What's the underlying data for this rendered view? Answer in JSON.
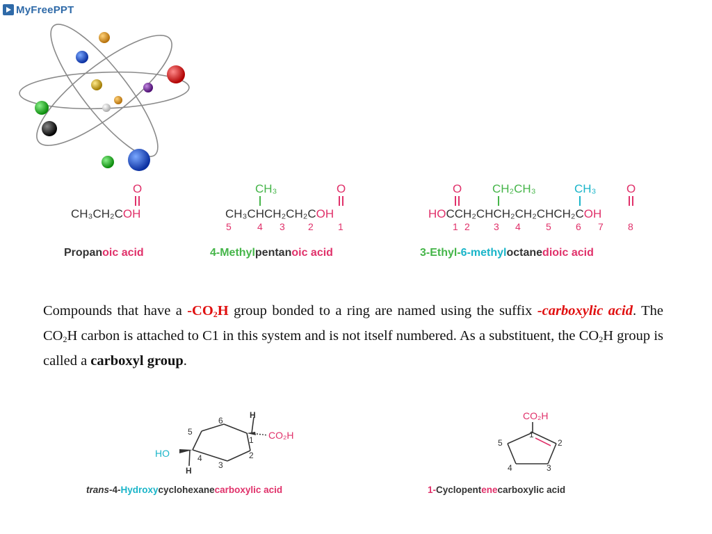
{
  "logo": {
    "text": "MyFreePPT"
  },
  "structures": {
    "propanoic": {
      "oxygen": "O",
      "formula_main": "CH₃CH₂C",
      "formula_tail": "OH",
      "name_a": "Propan",
      "name_b": "oic acid"
    },
    "methylpentanoic": {
      "sub": "CH₃",
      "oxygen": "O",
      "formula_main": "CH₃CHCH₂CH₂C",
      "formula_tail": "OH",
      "numbers": [
        "5",
        "4",
        "3",
        "2",
        "1"
      ],
      "name_a": "4-Methyl",
      "name_b": "pentan",
      "name_c": "oic acid"
    },
    "ethylmethyloctanedioic": {
      "oxygen_left": "O",
      "sub1": "CH₂CH₃",
      "sub2": "CH₃",
      "oxygen_right": "O",
      "formula_head": "HO",
      "formula_main": "CCH₂CHCH₂CH₂CHCH₂C",
      "formula_tail": "OH",
      "numbers": [
        "1",
        "2",
        "3",
        "4",
        "5",
        "6",
        "7",
        "8"
      ],
      "name_a": "3-Ethyl-",
      "name_b": "6-methyl",
      "name_c": "octane",
      "name_d": "dioic acid"
    }
  },
  "paragraph": {
    "p1": "Compounds that have a",
    "bold_red": "-CO",
    "bold_red_sub": "2",
    "bold_red_h": "H",
    "p2": "group bonded to a ring are named using the suffix",
    "italic_red": "-carboxylic acid",
    "p3": ". The CO",
    "p3_sub": "2",
    "p4": "H carbon is attached to C1 in this system and is not itself numbered. As a substituent, the CO",
    "p4_sub": "2",
    "p5": "H group is called a",
    "bold": "carboxyl group",
    "p6": "."
  },
  "cyclohexane": {
    "h_top": "H",
    "co2h": "CO₂H",
    "ho": "HO",
    "h_bottom": "H",
    "numbers": [
      "6",
      "5",
      "1",
      "4",
      "2",
      "3"
    ],
    "caption_a": "trans",
    "caption_b": "-4-",
    "caption_c": "Hydroxy",
    "caption_d": "cyclohexane",
    "caption_e": "carboxylic acid"
  },
  "cyclopentene": {
    "co2h": "CO₂H",
    "numbers": [
      "1",
      "5",
      "2",
      "4",
      "3"
    ],
    "caption_a": "1-",
    "caption_b": "Cyclopent",
    "caption_c": "ene",
    "caption_d": "carboxylic acid"
  }
}
